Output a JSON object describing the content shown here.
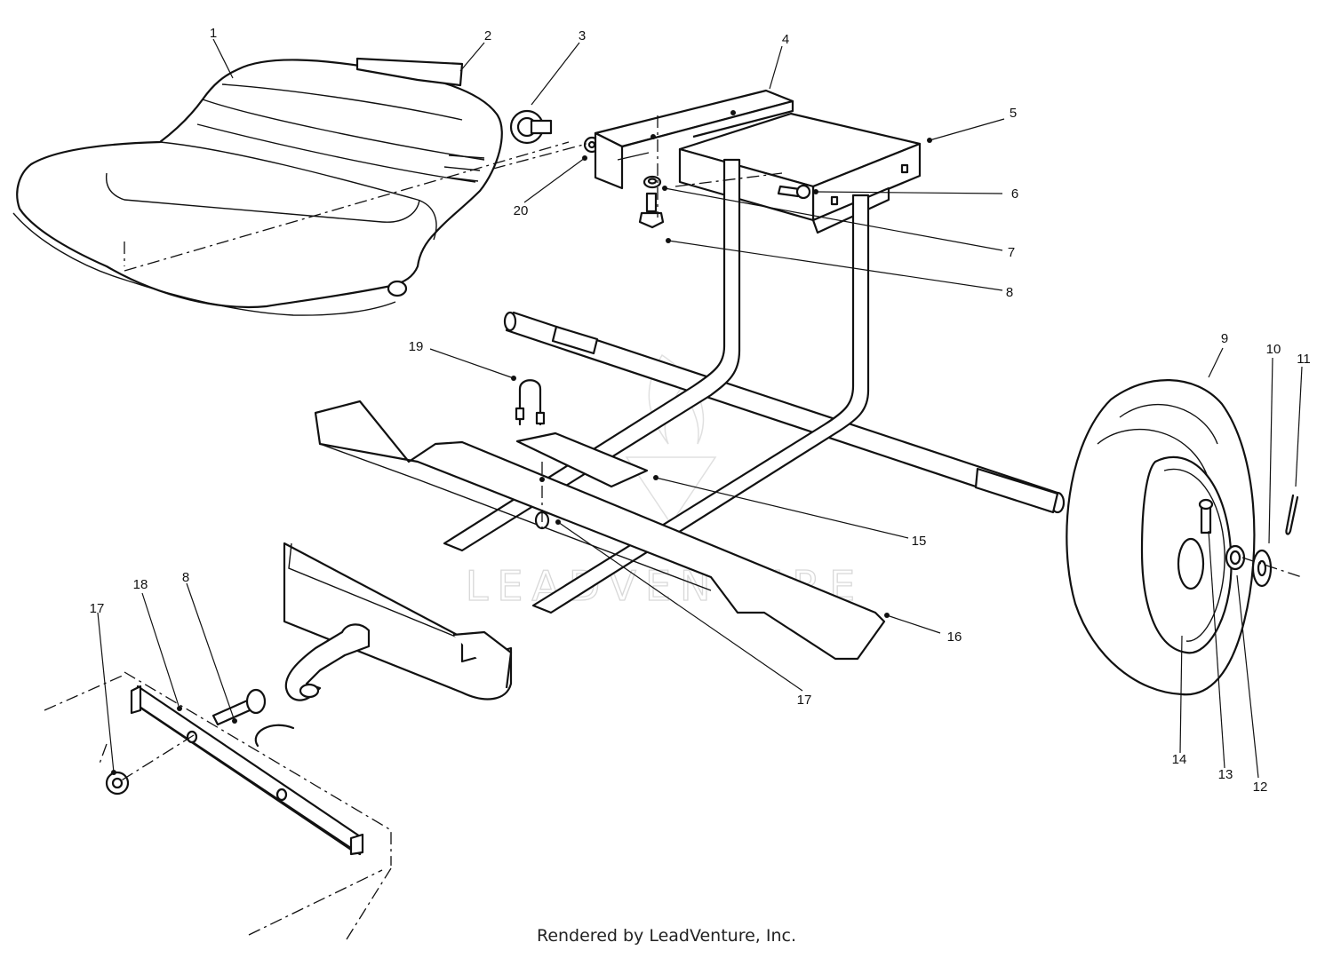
{
  "callouts": [
    {
      "n": "1"
    },
    {
      "n": "2"
    },
    {
      "n": "3"
    },
    {
      "n": "4"
    },
    {
      "n": "5"
    },
    {
      "n": "6"
    },
    {
      "n": "7"
    },
    {
      "n": "8"
    },
    {
      "n": "8"
    },
    {
      "n": "9"
    },
    {
      "n": "10"
    },
    {
      "n": "11"
    },
    {
      "n": "12"
    },
    {
      "n": "13"
    },
    {
      "n": "14"
    },
    {
      "n": "15"
    },
    {
      "n": "16"
    },
    {
      "n": "17"
    },
    {
      "n": "17"
    },
    {
      "n": "18"
    },
    {
      "n": "19"
    },
    {
      "n": "20"
    }
  ],
  "watermark": "LEADVENTURE",
  "footer": "Rendered by LeadVenture, Inc."
}
